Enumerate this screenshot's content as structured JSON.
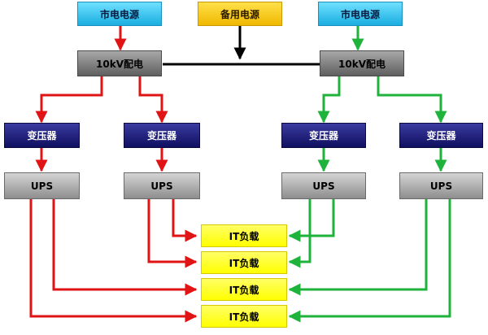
{
  "colors": {
    "red_line": "#e01414",
    "green_line": "#1fb33c",
    "black_line": "#000000"
  },
  "sources": {
    "left": "市电电源",
    "backup": "备用电源",
    "right": "市电电源"
  },
  "distribution": {
    "left": "10kV配电",
    "right": "10kV配电"
  },
  "transformers": [
    "变压器",
    "变压器",
    "变压器",
    "变压器"
  ],
  "ups_units": [
    "UPS",
    "UPS",
    "UPS",
    "UPS"
  ],
  "it_loads": [
    "IT负载",
    "IT负载",
    "IT负载",
    "IT负载"
  ]
}
